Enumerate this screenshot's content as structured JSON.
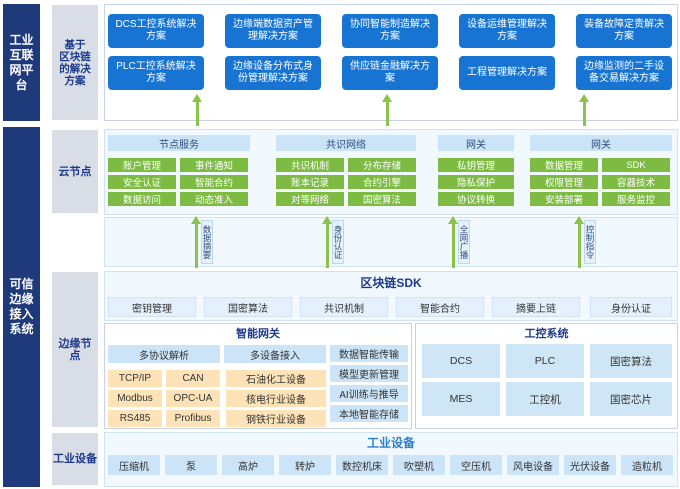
{
  "left_labels": {
    "platform": "工业\n互联\n网平\n台",
    "system": "可信\n边缘\n接入\n系统"
  },
  "side_labels": {
    "solutions": "基于\n区块链\n的解决\n方案",
    "cloud": "云节点",
    "edge": "边缘节\n点",
    "equipment": "工业设备"
  },
  "solutions": [
    "DCS工控系统解决\n方案",
    "边缘端数据资产管\n理解决方案",
    "协同智能制造解决\n方案",
    "设备运维管理解决\n方案",
    "装备故障定责解决\n方案",
    "PLC工控系统解决\n方案",
    "边缘设备分布式身\n份管理解决方案",
    "供应链金融解决方\n案",
    "工程管理解决方案",
    "边缘监测的二手设\n备交易解决方案"
  ],
  "cloud": {
    "headers": [
      "节点服务",
      "共识网络",
      "网关",
      "网关"
    ],
    "node_service": [
      "账户管理",
      "事件通知",
      "安全认证",
      "智能合约",
      "数据访问",
      "动态准入"
    ],
    "consensus": [
      "共识机制",
      "分布存储",
      "账本记录",
      "合约引擎",
      "对等网络",
      "国密算法"
    ],
    "gateway1": [
      "私钥管理",
      "隐私保护",
      "协议转换"
    ],
    "gateway2": [
      "数据管理",
      "SDK",
      "权限管理",
      "容器技术",
      "安装部署",
      "服务监控"
    ]
  },
  "arrow_tags": [
    "数据摘要",
    "身份认证",
    "全网广播",
    "控制指令"
  ],
  "sdk": {
    "title": "区块链SDK",
    "items": [
      "密钥管理",
      "国密算法",
      "共识机制",
      "智能合约",
      "摘要上链",
      "身份认证"
    ]
  },
  "gateway": {
    "title": "智能网关",
    "multi_protocol": "多协议解析",
    "multi_device": "多设备接入",
    "protocols": [
      "TCP/IP",
      "CAN",
      "Modbus",
      "OPC-UA",
      "RS485",
      "Profibus"
    ],
    "industries": [
      "石油化工设备",
      "核电行业设备",
      "钢铁行业设备"
    ],
    "smart": [
      "数据智能传输",
      "模型更新管理",
      "AI训练与推导",
      "本地智能存储"
    ]
  },
  "control": {
    "title": "工控系统",
    "items": [
      "DCS",
      "PLC",
      "国密算法",
      "MES",
      "工控机",
      "国密芯片"
    ]
  },
  "equipment": {
    "title": "工业设备",
    "items": [
      "压缩机",
      "泵",
      "高炉",
      "转炉",
      "数控机床",
      "吹塑机",
      "空压机",
      "风电设备",
      "光伏设备",
      "造粒机"
    ]
  },
  "colors": {
    "navy": "#1f3a7a",
    "solution_blue": "#1874d2",
    "green": "#7dbb43",
    "light_blue": "#cbe4f7",
    "orange": "#fde3b7"
  }
}
